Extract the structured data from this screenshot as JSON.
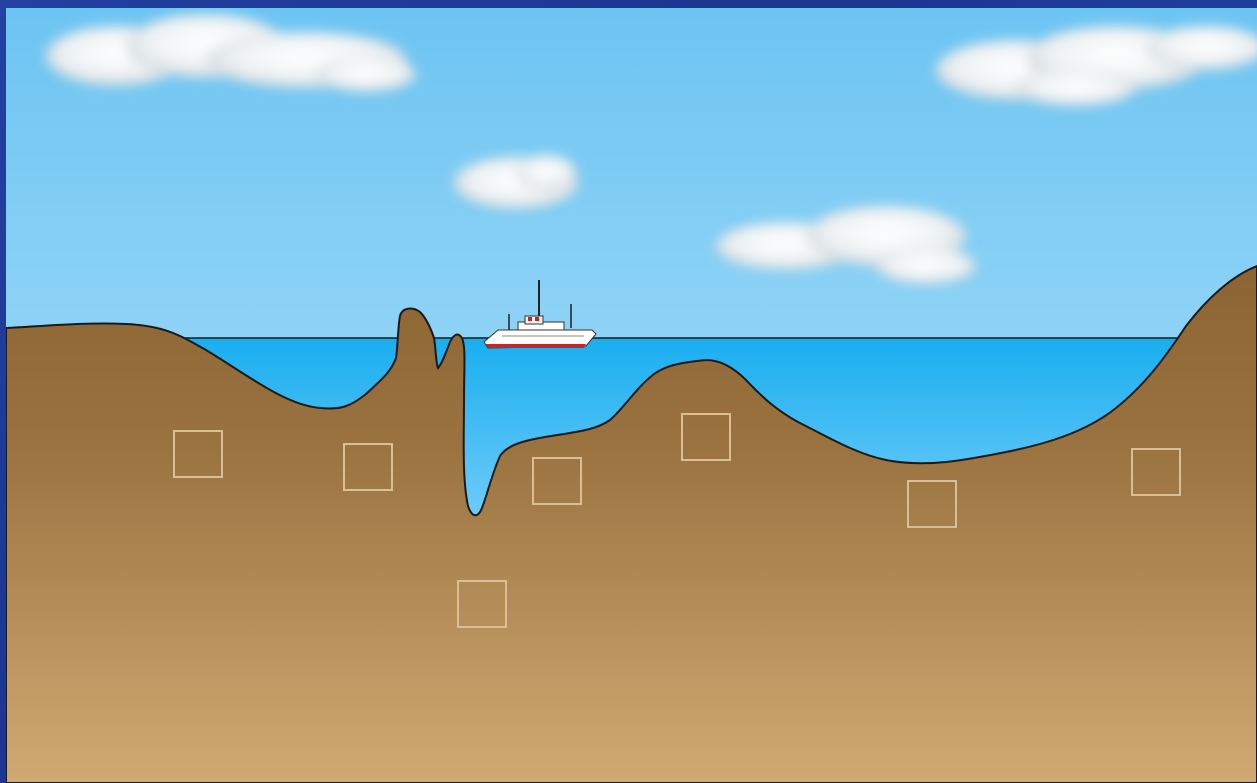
{
  "scene": {
    "colors": {
      "sky_top": "#6cc4f2",
      "sky_bottom": "#86d0f5",
      "water_top": "#1ab0ee",
      "water_bottom": "#7dd0f8",
      "land_top": "#8b6534",
      "land_bottom": "#cfa872",
      "outline": "#1a1a1a",
      "label_box_stroke": "#d9bf95",
      "frame": "#2440a0"
    },
    "objects": [
      "cloud",
      "cloud",
      "cloud",
      "cloud",
      "ship",
      "sea-stack",
      "ocean-trench",
      "seamount"
    ],
    "label_boxes": [
      {
        "id": 1,
        "text": ""
      },
      {
        "id": 2,
        "text": ""
      },
      {
        "id": 3,
        "text": ""
      },
      {
        "id": 4,
        "text": ""
      },
      {
        "id": 5,
        "text": ""
      },
      {
        "id": 6,
        "text": ""
      },
      {
        "id": 7,
        "text": ""
      }
    ]
  }
}
